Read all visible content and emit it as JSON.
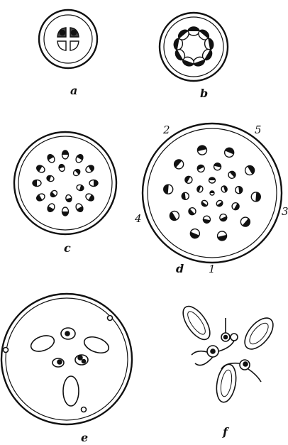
{
  "panels": {
    "a": {
      "label": "a"
    },
    "b": {
      "label": "b"
    },
    "c": {
      "label": "c"
    },
    "d": {
      "label": "d",
      "numbers": {
        "n1": "1",
        "n2": "2",
        "n3": "3",
        "n4": "4",
        "n5": "5"
      }
    },
    "e": {
      "label": "e"
    },
    "f": {
      "label": "f"
    }
  },
  "colors": {
    "ink": "#111111",
    "paper": "#ffffff"
  }
}
